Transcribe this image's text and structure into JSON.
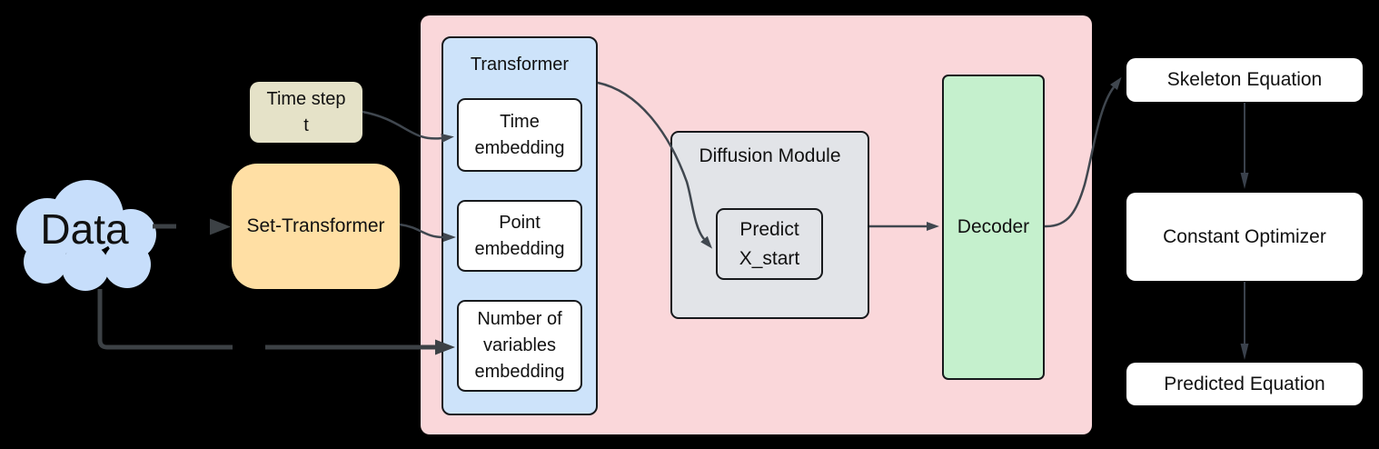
{
  "cloud": {
    "label": "Data"
  },
  "time_step": {
    "label": "Time step\nt"
  },
  "set_transformer": {
    "label": "Set-Transformer"
  },
  "transformer": {
    "title": "Transformer",
    "embeddings": [
      {
        "label": "Time\nembedding"
      },
      {
        "label": "Point\nembedding"
      },
      {
        "label": "Number of\nvariables\nembedding"
      }
    ]
  },
  "diffusion_module": {
    "title": "Diffusion Module",
    "inner": {
      "label": "Predict\nX_start"
    }
  },
  "decoder": {
    "label": "Decoder"
  },
  "outputs": [
    {
      "label": "Skeleton Equation"
    },
    {
      "label": "Constant Optimizer"
    },
    {
      "label": "Predicted Equation"
    }
  ],
  "colors": {
    "background": "#000000",
    "cloud_fill": "#C7DEFB",
    "time_step_fill": "#E5E2C8",
    "set_transformer_fill": "#FFDFA4",
    "pipeline_container_fill": "#FAD7DA",
    "transformer_fill": "#CDE3FA",
    "embedding_fill": "#FFFFFF",
    "diffusion_fill": "#E2E4E8",
    "decoder_fill": "#C5F0CD",
    "output_fill": "#FFFFFF",
    "box_border": "#17191C",
    "arrow_thin": "#40474F",
    "arrow_thick": "#3C4145",
    "text": "#111111"
  }
}
